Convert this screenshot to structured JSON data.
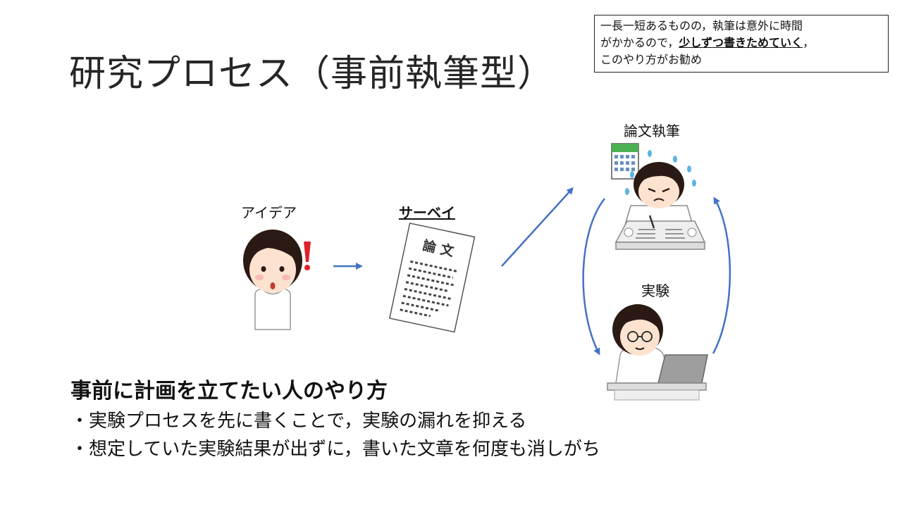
{
  "slide": {
    "title": "研究プロセス（事前執筆型）",
    "note": {
      "line1": "一長一短あるものの，執筆は意外に時間",
      "line2_prefix": "がかかるので，",
      "line2_emphasis": "少しずつ書きためていく",
      "line2_suffix": "，",
      "line3": "このやり方がお勧め"
    },
    "nodes": {
      "idea": "アイデア",
      "survey": "サーベイ",
      "writing": "論文執筆",
      "experiment": "実験"
    },
    "paper_title": "論 文",
    "heading": "事前に計画を立てたい人のやり方",
    "bullets": [
      "・実験プロセスを先に書くことで，実験の漏れを抑える",
      "・想定していた実験結果が出ずに，書いた文章を何度も消しがち"
    ]
  },
  "colors": {
    "arrow": "#4472C4",
    "exclaim": "#e0202a",
    "hair": "#2b1a14",
    "skin": "#fde3cf"
  }
}
